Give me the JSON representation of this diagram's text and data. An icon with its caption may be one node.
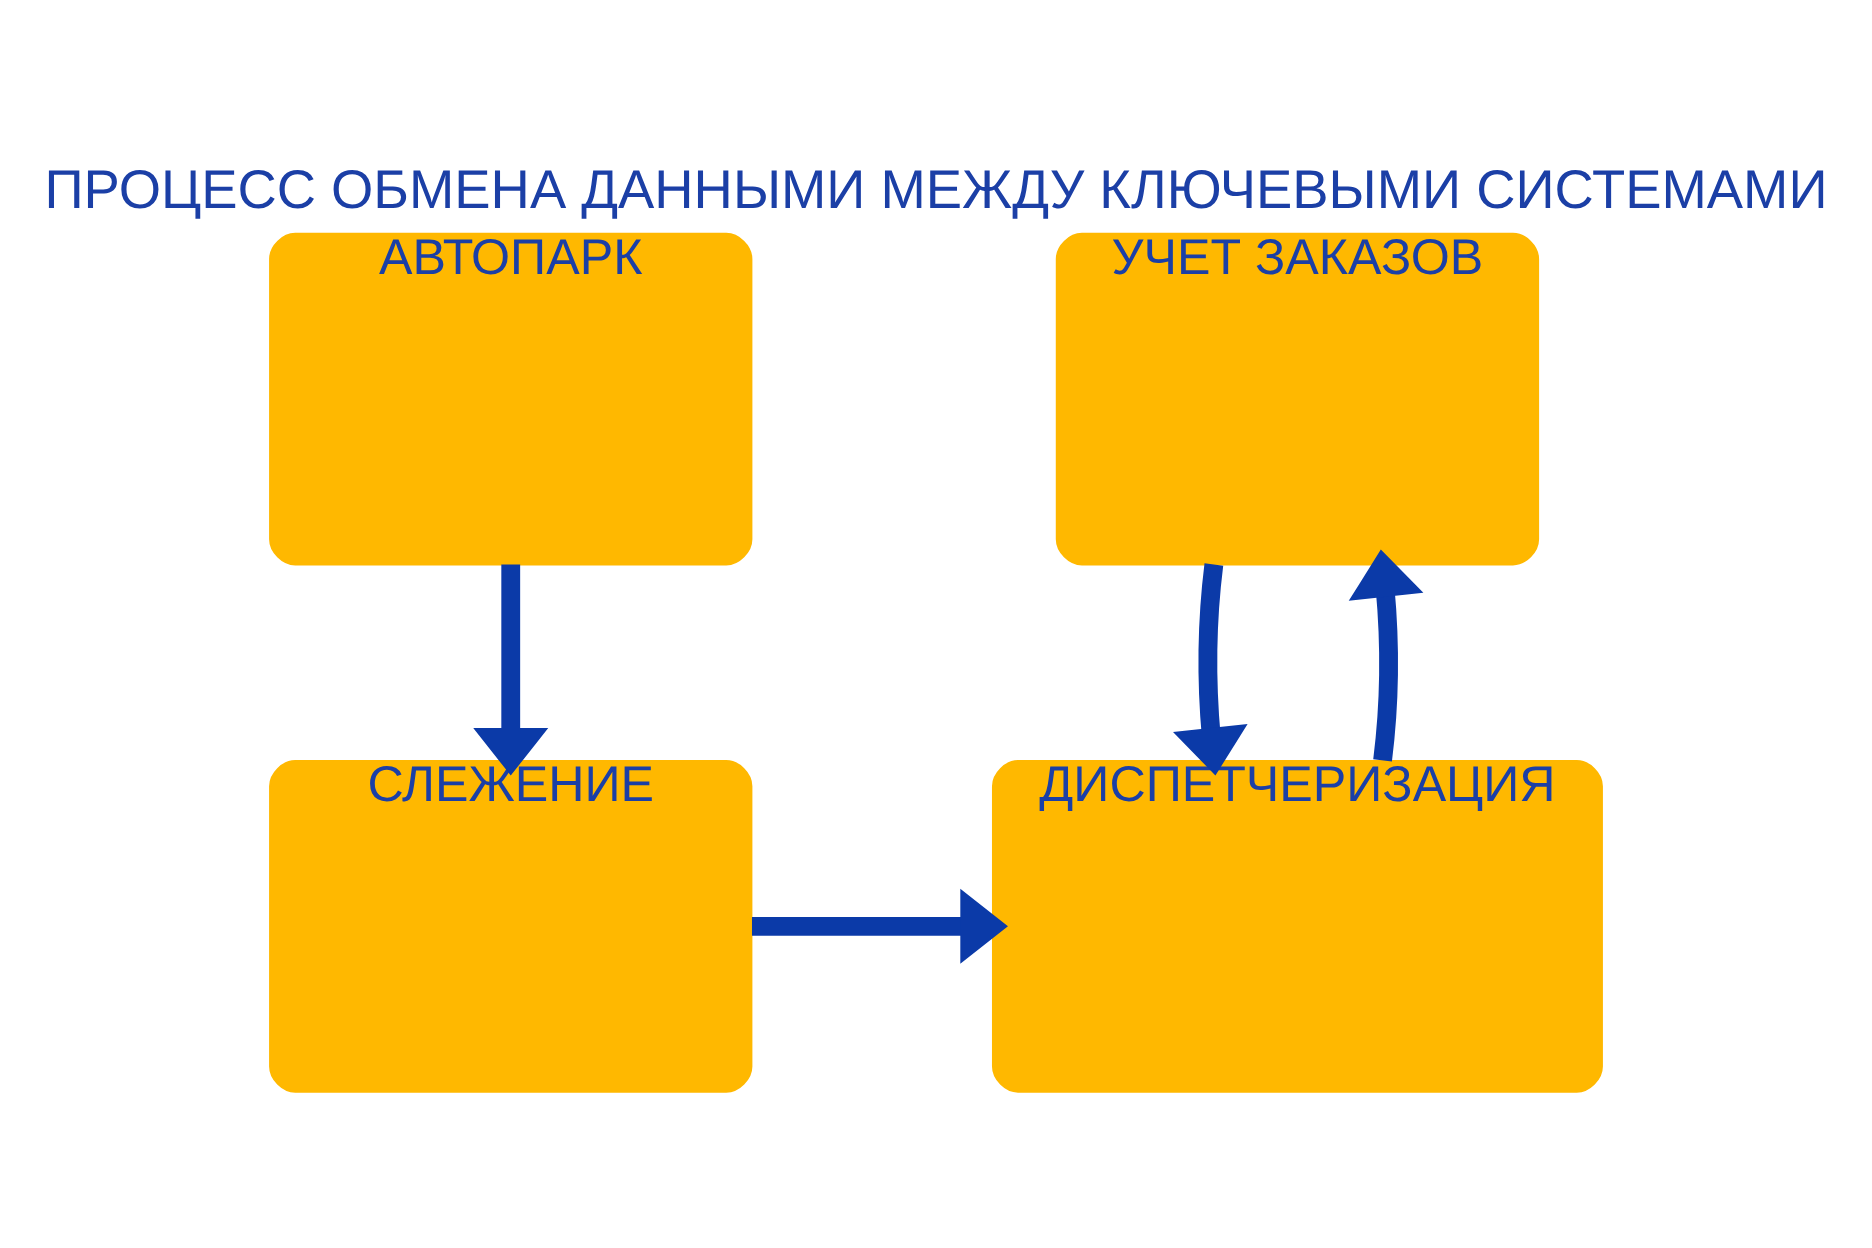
{
  "diagram": {
    "title": "ПРОЦЕСС ОБМЕНА ДАННЫМИ МЕЖДУ КЛЮЧЕВЫМИ СИСТЕМАМИ",
    "nodes": [
      {
        "text": [
          "АВТОПАРК"
        ]
      },
      {
        "text": [
          "УЧЕТ ЗАКАЗОВ"
        ]
      },
      {
        "text": [
          "СЛЕЖЕНИЕ"
        ]
      },
      {
        "text": [
          "ДИСПЕТЧЕРИЗАЦИЯ"
        ]
      }
    ],
    "edges": [
      {
        "from": 0,
        "to": 2,
        "arrow": "to"
      },
      {
        "from": 2,
        "to": 3,
        "arrow": "to"
      },
      {
        "from": 1,
        "to": 3,
        "arrow": "to"
      },
      {
        "from": 3,
        "to": 1,
        "arrow": "to"
      }
    ]
  }
}
